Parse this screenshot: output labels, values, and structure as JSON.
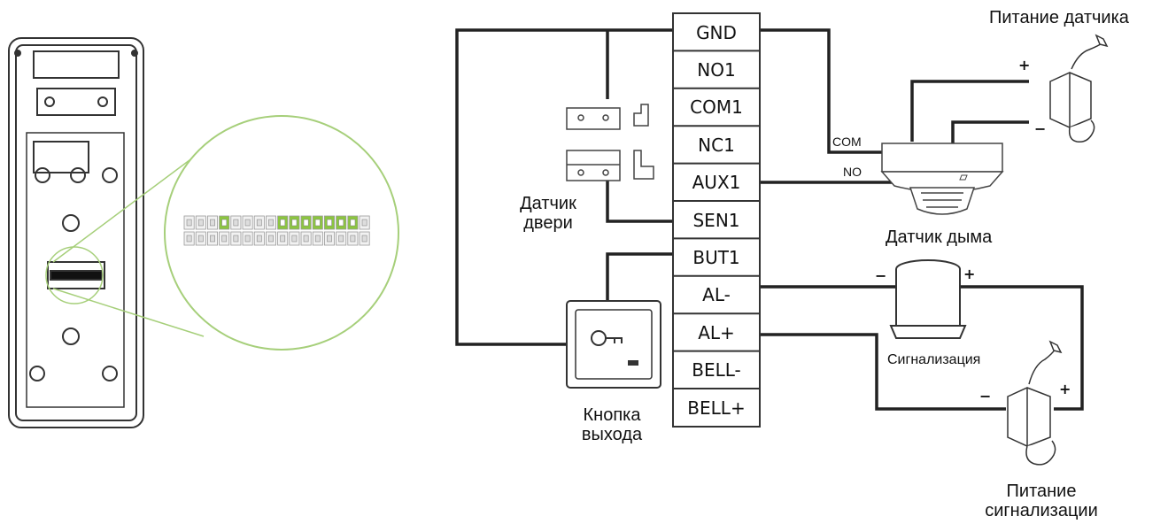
{
  "terminals": [
    "GND",
    "NO1",
    "COM1",
    "NC1",
    "AUX1",
    "SEN1",
    "BUT1",
    "AL-",
    "AL+",
    "BELL-",
    "BELL+"
  ],
  "labels": {
    "sensor_power": "Питание датчика",
    "door_sensor_line1": "Датчик",
    "door_sensor_line2": "двери",
    "smoke_detector": "Датчик дыма",
    "alarm": "Сигнализация",
    "exit_button_line1": "Кнопка",
    "exit_button_line2": "выхода",
    "alarm_power_line1": "Питание",
    "alarm_power_line2": "сигнализации"
  },
  "wire_marks": {
    "com": "COM",
    "no": "NO",
    "plus": "+",
    "minus": "−"
  },
  "colors": {
    "wire": "#222222",
    "zoom_ring": "#a6cf7a",
    "highlight_pin": "#8cc63f",
    "device_outline": "#333333"
  }
}
